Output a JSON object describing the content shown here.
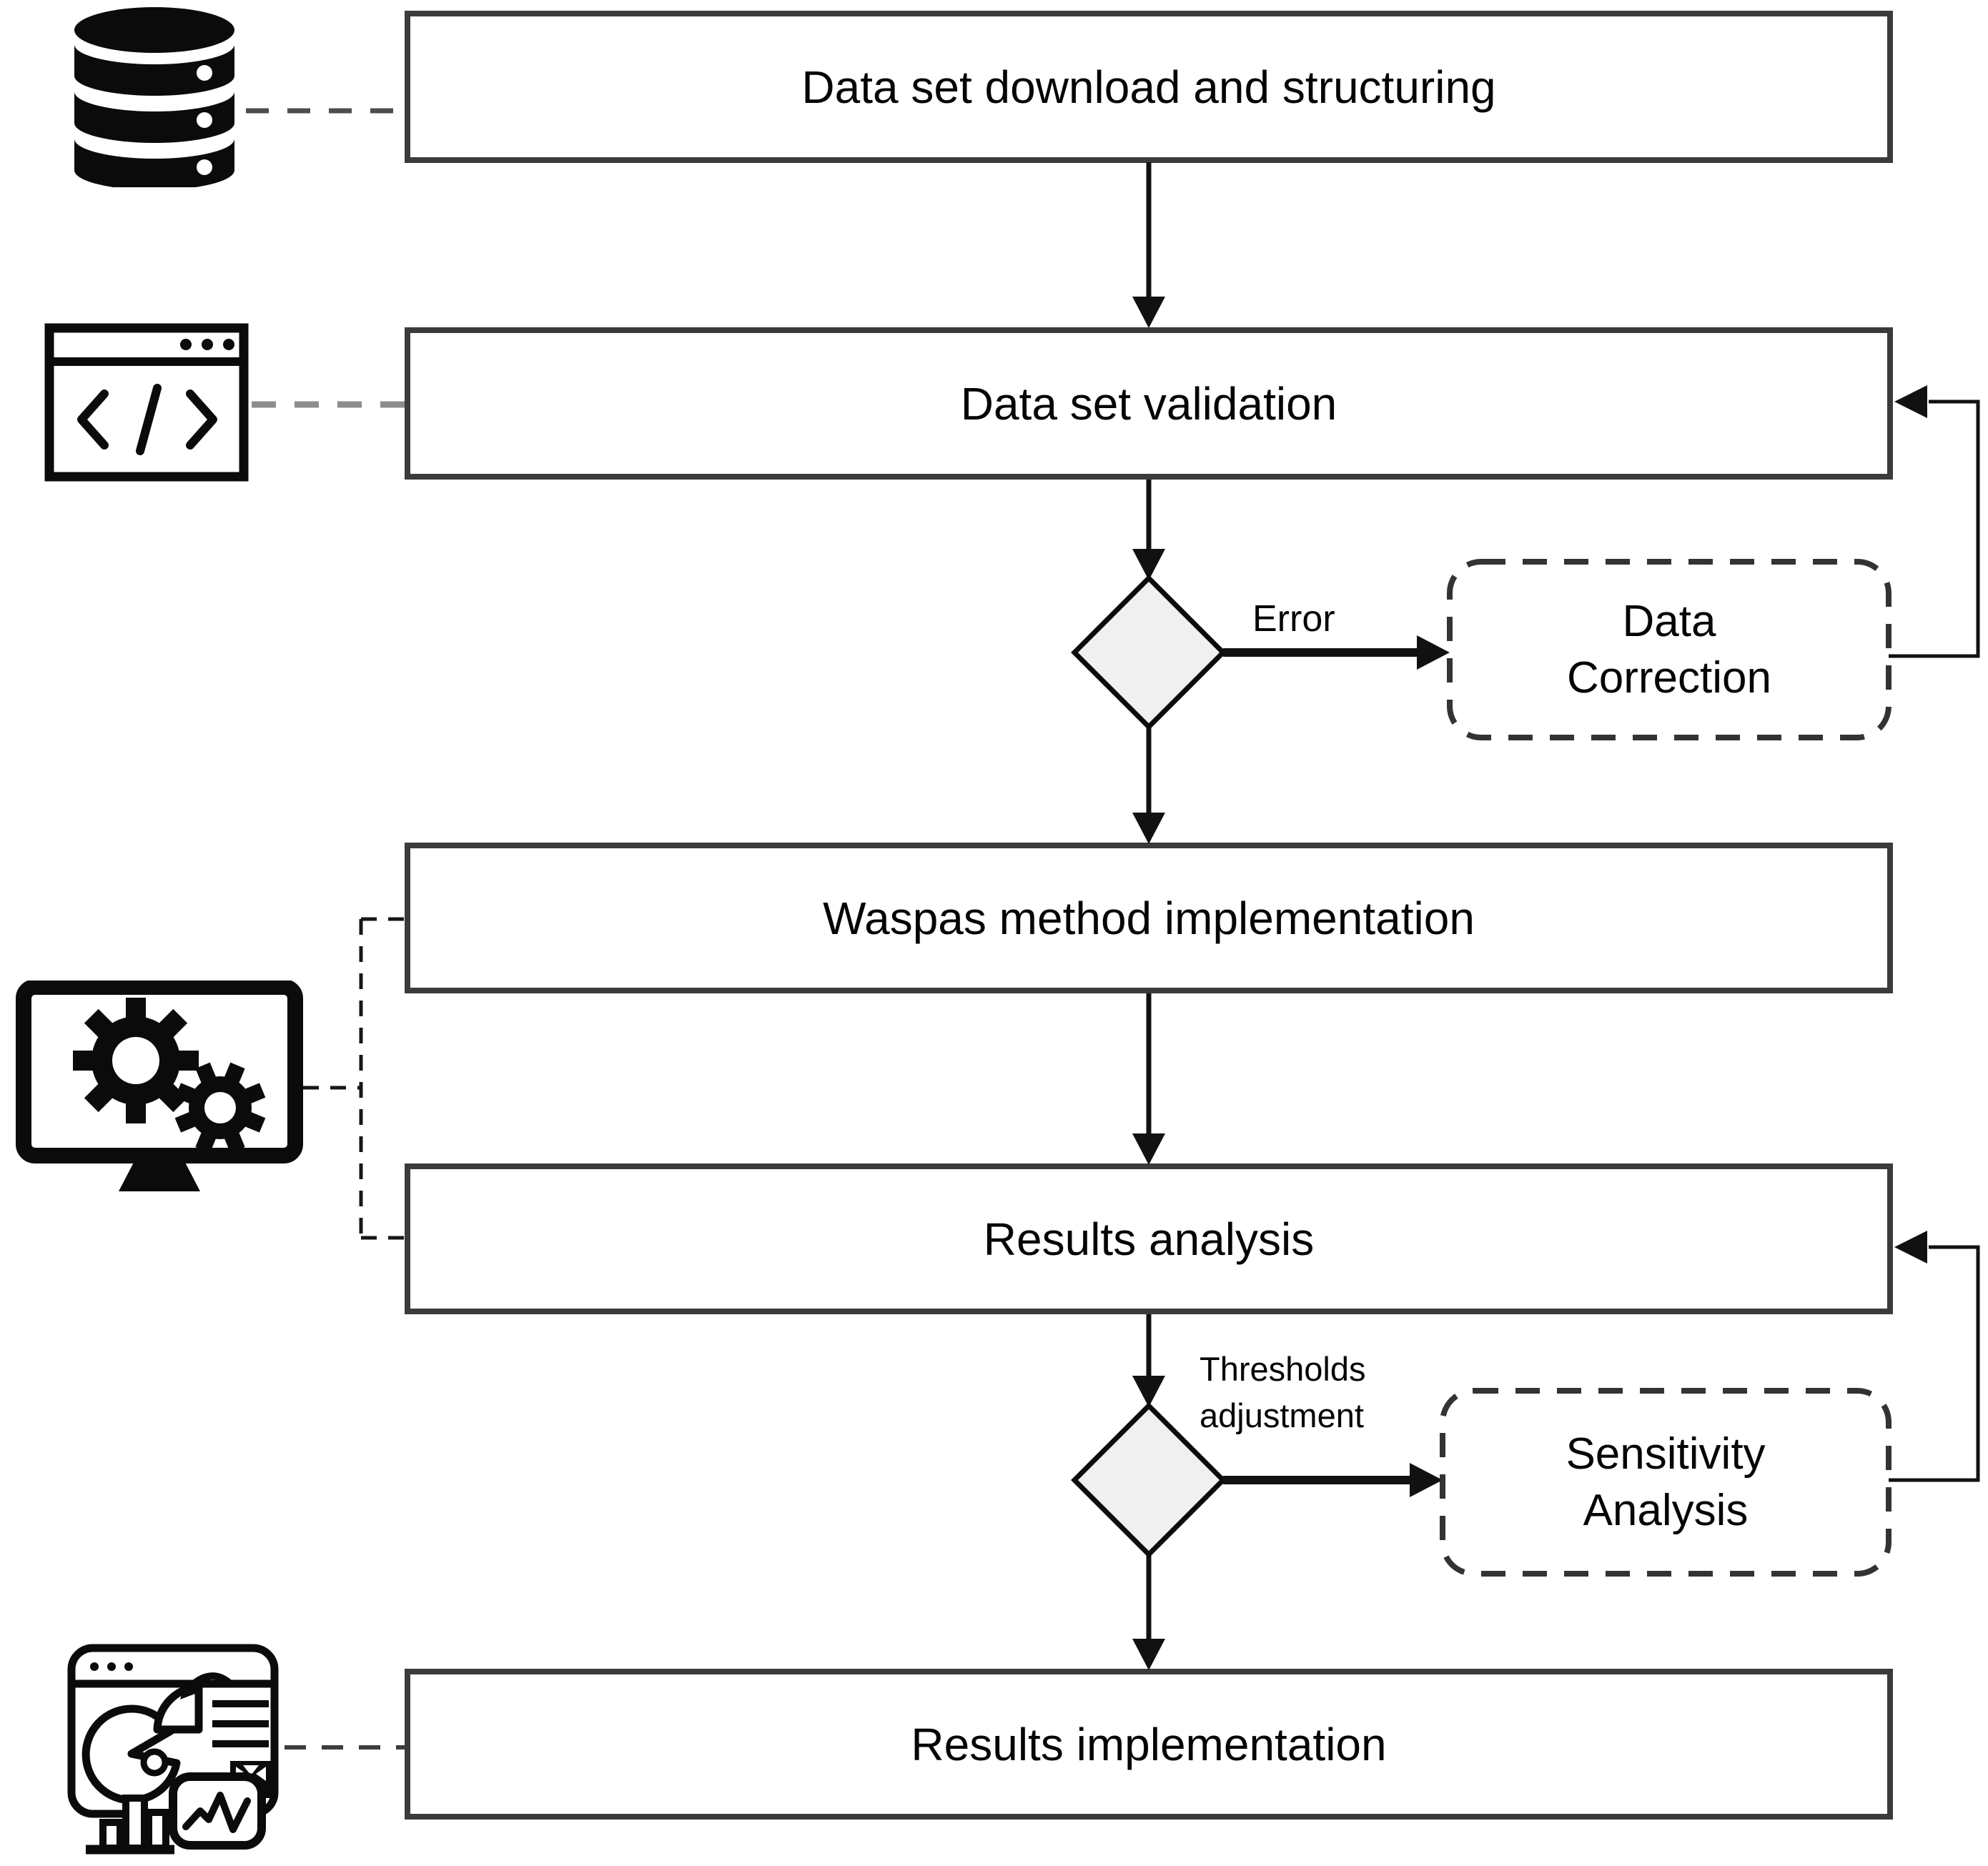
{
  "flowchart": {
    "process_nodes": [
      {
        "id": "download",
        "label": "Data set download and structuring"
      },
      {
        "id": "validation",
        "label": "Data set validation"
      },
      {
        "id": "waspas",
        "label": "Waspas method implementation"
      },
      {
        "id": "results-analysis",
        "label": "Results analysis"
      },
      {
        "id": "results-implementation",
        "label": "Results implementation"
      }
    ],
    "feedback_nodes": [
      {
        "id": "data-correction",
        "label": "Data\nCorrection"
      },
      {
        "id": "sensitivity-analysis",
        "label": "Sensitivity\nAnalysis"
      }
    ],
    "edge_labels": {
      "error": "Error",
      "thresholds": "Thresholds\nadjustment"
    },
    "icons": [
      {
        "name": "database-icon"
      },
      {
        "name": "code-window-icon"
      },
      {
        "name": "monitor-gears-icon"
      },
      {
        "name": "dashboard-report-icon"
      }
    ],
    "colors": {
      "box_border": "#3b3b3b",
      "line": "#111111",
      "diamond_fill": "#f0f0f0",
      "diamond_border": "#0c0c0c",
      "dashed_border": "#333333",
      "text": "#050505",
      "background": "#ffffff"
    }
  }
}
